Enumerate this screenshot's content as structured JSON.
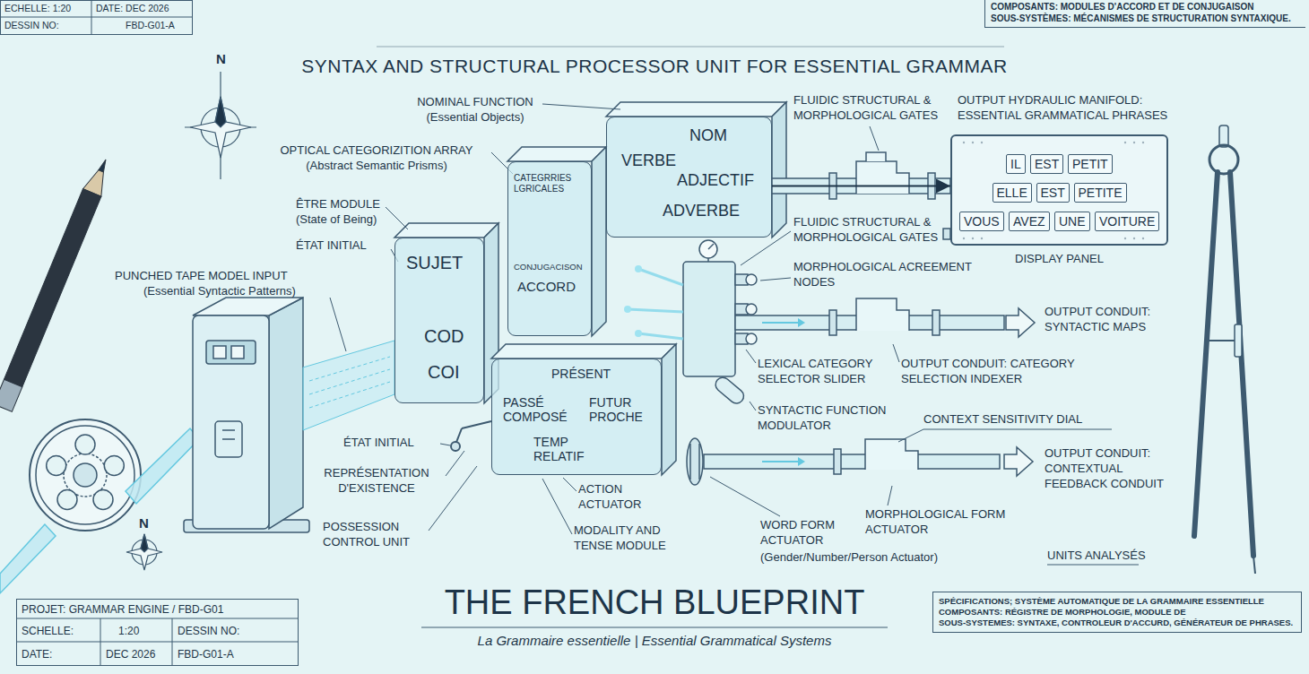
{
  "diagram": {
    "title": "SYNTAX AND STRUCTURAL PROCESSOR UNIT FOR ESSENTIAL GRAMMAR",
    "caption": "La Grammaire essentielle | Essential Grammatical Systems",
    "nodes": [
      {
        "text": [
          "NOM",
          "VERBE",
          "ADJECTIF",
          "ADVERBE"
        ]
      },
      {
        "text": [
          "CATEGRRIES LGRICALES",
          "CONJUGACISON",
          "ACCORD"
        ]
      },
      {
        "text": [
          "SUJET",
          "COD",
          "COI"
        ]
      },
      {
        "text": [
          "PRÉSENT",
          "PASSÉ COMPOSÉ",
          "FUTUR PROCHE",
          "TEMP RELATIF"
        ]
      },
      {
        "text": [
          "DISPLAY PANEL"
        ]
      },
      {
        "text": [
          "IL"
        ],
        "in": 4
      },
      {
        "text": [
          "EST"
        ],
        "in": 4
      },
      {
        "text": [
          "PETIT"
        ],
        "in": 4
      },
      {
        "text": [
          "ELLE"
        ],
        "in": 4
      },
      {
        "text": [
          "EST"
        ],
        "in": 4
      },
      {
        "text": [
          "PETITE"
        ],
        "in": 4
      },
      {
        "text": [
          "VOUS"
        ],
        "in": 4
      },
      {
        "text": [
          "AVEZ"
        ],
        "in": 4
      },
      {
        "text": [
          "UNE"
        ],
        "in": 4
      },
      {
        "text": [
          "VOITURE"
        ],
        "in": 4
      }
    ],
    "edges": [
      {
        "from": 0,
        "to": 4,
        "arrow": "to"
      }
    ],
    "labels": [
      "ECHELLE: 1:20",
      "DATE: DEC 2026",
      "DESSIN NO:",
      "FBD-G01-A",
      "COMPOSANTS: MODULES D'ACCORD ET DE CONJUGAISON",
      "SOUS-SYSTÈMES: MÉCANISMES DE STRUCTURATION SYNTAXIQUE.",
      "N",
      "NOMINAL FUNCTION",
      "(Essential Objects)",
      "FLUIDIC STRUCTURAL & MORPHOLOGICAL GATES",
      "OUTPUT HYDRAULIC MANIFOLD: ESSENTIAL GRAMMATICAL PHRASES",
      "OPTICAL CATEGORIZITION ARRAY",
      "(Abstract Semantic Prisms)",
      "ÊTRE MODULE",
      "(State of Being)",
      "FLUIDIC STRUCTURAL & MORPHOLOGICAL GATES",
      "ÉTAT INITIAL",
      "MORPHOLOGICAL ACREEMENT NODES",
      "PUNCHED TAPE MODEL INPUT",
      "(Essential Syntactic Patterns)",
      "OUTPUT CONDUIT: SYNTACTIC MAPS",
      "LEXICAL CATEGORY SELECTOR SLIDER",
      "OUTPUT CONDUIT: CATEGORY SELECTION INDEXER",
      "SYNTACTIC FUNCTION MODULATOR",
      "CONTEXT SENSITIVITY DIAL",
      "ÉTAT INITIAL",
      "OUTPUT CONDUIT: CONTEXTUAL FEEDBACK CONDUIT",
      "REPRÉSENTATION D'EXISTENCE",
      "ACTION ACTUATOR",
      "MORPHOLOGICAL FORM ACTUATOR",
      "N",
      "POSSESSION CONTROL UNIT",
      "MODALITY AND TENSE MODULE",
      "WORD FORM ACTUATOR",
      "(Gender/Number/Person Actuator)",
      "UNITS ANALYSÉS",
      "PROJET: GRAMMAR ENGINE / FBD-G01",
      "SCHELLE:",
      "1:20",
      "DESSIN NO:",
      "DATE:",
      "DEC 2026",
      "FBD-G01-A",
      "THE FRENCH BLUEPRINT",
      "SPÉCIFICATIONS; SYSTÈME AUTOMATIQUE DE LA GRAMMAIRE ESSENTIELLE",
      "COMPOSANTS: RÉGISTRE DE MORPHOLOGIE, MODULE DE",
      "SOUS-SYSTEMES: SYNTAXE, CONTROLEUR D'ACCURD, GÉNÉRATEUR DE PHRASES."
    ]
  }
}
